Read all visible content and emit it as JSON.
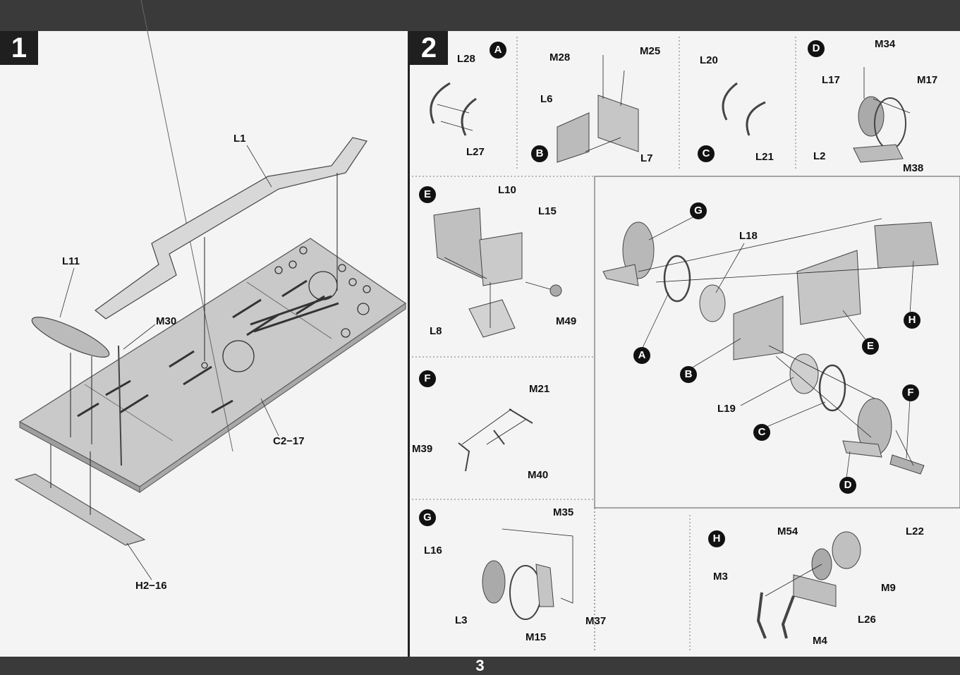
{
  "page": {
    "number": "3"
  },
  "step1": {
    "number": "1",
    "labels": {
      "l1": "L1",
      "l11": "L11",
      "m30": "M30",
      "c2_17": "C2−17",
      "h2_16": "H2−16"
    }
  },
  "step2": {
    "number": "2",
    "badges": {
      "a": "A",
      "b": "B",
      "c": "C",
      "d": "D",
      "e": "E",
      "f": "F",
      "g": "G",
      "h": "H"
    },
    "sub_a": {
      "l28": "L28",
      "l27": "L27"
    },
    "sub_b": {
      "m28": "M28",
      "m25": "M25",
      "l6": "L6",
      "l7": "L7"
    },
    "sub_c": {
      "l20": "L20",
      "l21": "L21"
    },
    "sub_d": {
      "m34": "M34",
      "l17": "L17",
      "m17": "M17",
      "l2": "L2",
      "m38": "M38"
    },
    "sub_e": {
      "l10": "L10",
      "l15": "L15",
      "l8": "L8",
      "m49": "M49"
    },
    "main": {
      "l18": "L18",
      "l19": "L19"
    },
    "sub_f": {
      "m21": "M21",
      "m39": "M39",
      "m40": "M40"
    },
    "sub_g": {
      "m35": "M35",
      "l16": "L16",
      "l3": "L3",
      "m15": "M15",
      "m37": "M37"
    },
    "sub_h": {
      "m54": "M54",
      "l22": "L22",
      "m3": "M3",
      "m9": "M9",
      "l26": "L26",
      "m4": "M4"
    }
  }
}
